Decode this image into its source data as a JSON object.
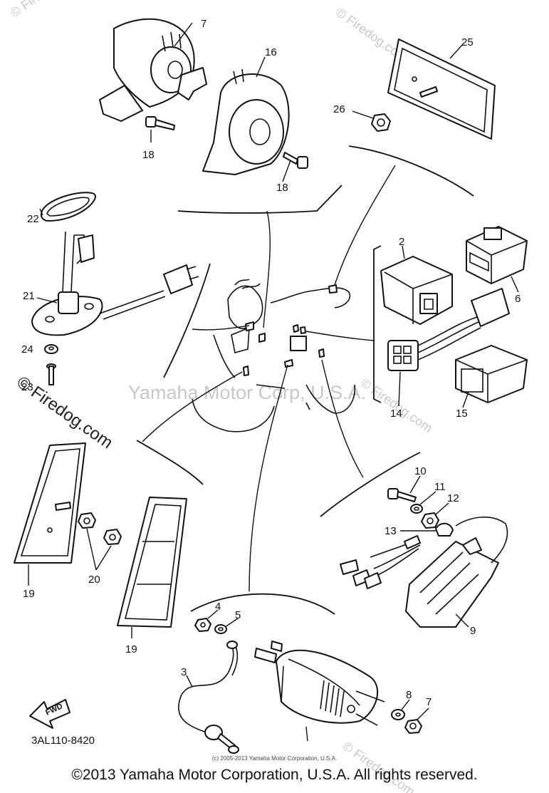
{
  "watermarks": {
    "site": "© Firedog.com",
    "brand": "Yamaha Motor Corp, U.S.A."
  },
  "part_numbers": {
    "p1": "7",
    "p2": "16",
    "p3": "25",
    "p4": "26",
    "p5": "18",
    "p6": "18",
    "p7": "22",
    "p8": "21",
    "p9": "24",
    "p10": "23",
    "p11": "2",
    "p12": "6",
    "p13": "14",
    "p14": "15",
    "p15": "10",
    "p16": "11",
    "p17": "12",
    "p18": "13",
    "p19": "9",
    "p20": "19",
    "p21": "20",
    "p22": "19",
    "p23": "4",
    "p24": "5",
    "p25": "3",
    "p26": "8",
    "p27": "7"
  },
  "fwd_label": "FWD",
  "diagram_code": "3AL110-8420",
  "tiny_credit": "(c) 2005-2013 Yamaha Motor Corporation, U.S.A.",
  "copyright": "©2013 Yamaha Motor Corporation, U.S.A. All rights reserved."
}
